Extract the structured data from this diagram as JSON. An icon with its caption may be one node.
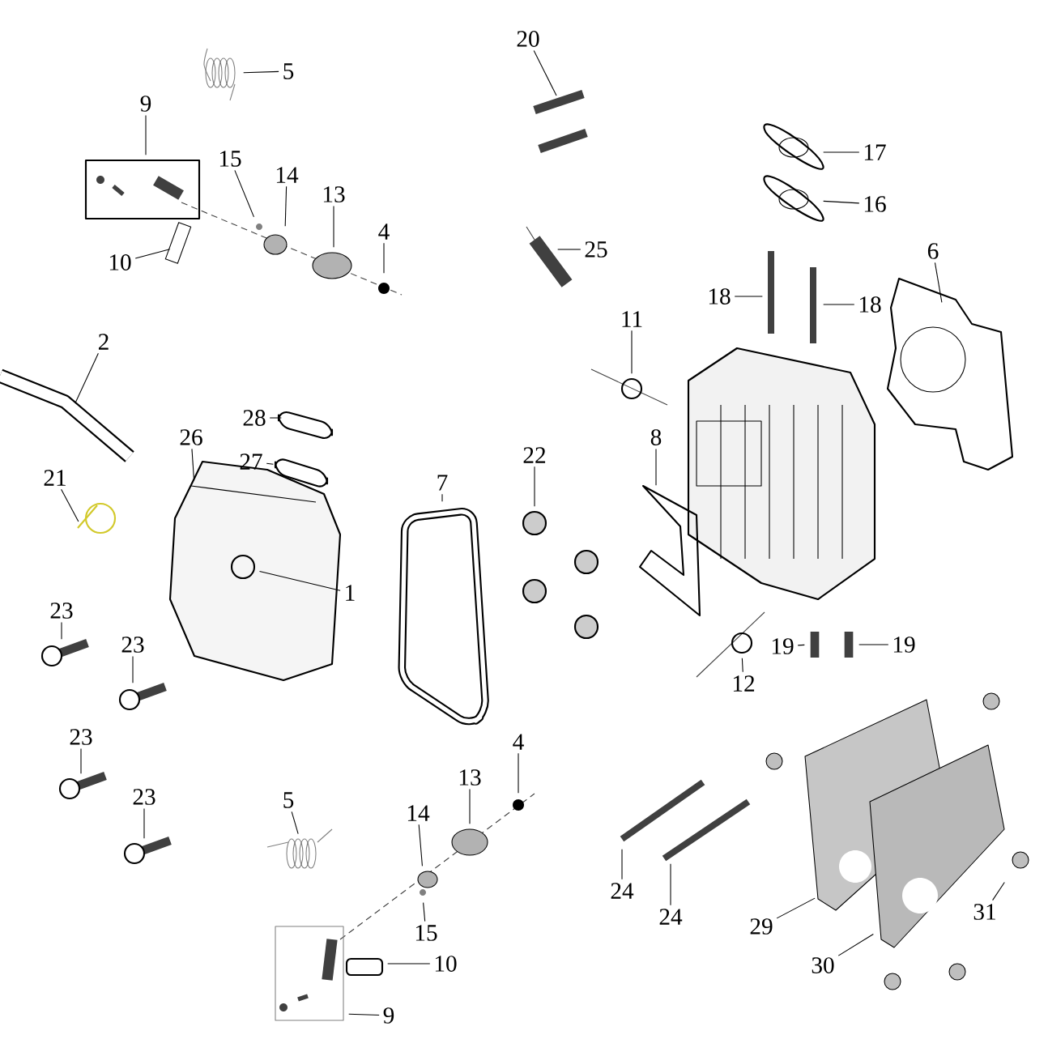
{
  "diagram": {
    "nodes": [
      {
        "text": [
          "5"
        ]
      },
      {
        "text": [
          "9"
        ]
      },
      {
        "text": [
          "15"
        ]
      },
      {
        "text": [
          "14"
        ]
      },
      {
        "text": [
          "13"
        ]
      },
      {
        "text": [
          "10"
        ]
      },
      {
        "text": [
          "4"
        ]
      },
      {
        "text": [
          "20"
        ]
      },
      {
        "text": [
          "17"
        ]
      },
      {
        "text": [
          "16"
        ]
      },
      {
        "text": [
          "25"
        ]
      },
      {
        "text": [
          "18"
        ]
      },
      {
        "text": [
          "18"
        ]
      },
      {
        "text": [
          "6"
        ]
      },
      {
        "text": [
          "11"
        ]
      },
      {
        "text": [
          "2"
        ]
      },
      {
        "text": [
          "28"
        ]
      },
      {
        "text": [
          "26"
        ]
      },
      {
        "text": [
          "27"
        ]
      },
      {
        "text": [
          "7"
        ]
      },
      {
        "text": [
          "22"
        ]
      },
      {
        "text": [
          "8"
        ]
      },
      {
        "text": [
          "21"
        ]
      },
      {
        "text": [
          "1"
        ]
      },
      {
        "text": [
          "23"
        ]
      },
      {
        "text": [
          "23"
        ]
      },
      {
        "text": [
          "19"
        ]
      },
      {
        "text": [
          "19"
        ]
      },
      {
        "text": [
          "12"
        ]
      },
      {
        "text": [
          "23"
        ]
      },
      {
        "text": [
          "23"
        ]
      },
      {
        "text": [
          "4"
        ]
      },
      {
        "text": [
          "13"
        ]
      },
      {
        "text": [
          "5"
        ]
      },
      {
        "text": [
          "14"
        ]
      },
      {
        "text": [
          "24"
        ]
      },
      {
        "text": [
          "24"
        ]
      },
      {
        "text": [
          "29"
        ]
      },
      {
        "text": [
          "31"
        ]
      },
      {
        "text": [
          "15"
        ]
      },
      {
        "text": [
          "30"
        ]
      },
      {
        "text": [
          "10"
        ]
      },
      {
        "text": [
          "9"
        ]
      }
    ],
    "edges": [
      {
        "from": 0,
        "to": null,
        "arrow": "none"
      },
      {
        "from": 1,
        "to": null,
        "arrow": "none"
      },
      {
        "from": 2,
        "to": null,
        "arrow": "none"
      },
      {
        "from": 3,
        "to": null,
        "arrow": "none"
      },
      {
        "from": 4,
        "to": null,
        "arrow": "none"
      },
      {
        "from": 5,
        "to": null,
        "arrow": "none"
      },
      {
        "from": 6,
        "to": null,
        "arrow": "none"
      },
      {
        "from": 7,
        "to": null,
        "arrow": "none"
      },
      {
        "from": 8,
        "to": null,
        "arrow": "none"
      },
      {
        "from": 9,
        "to": null,
        "arrow": "none"
      },
      {
        "from": 10,
        "to": null,
        "arrow": "none"
      },
      {
        "from": 11,
        "to": null,
        "arrow": "none"
      },
      {
        "from": 12,
        "to": null,
        "arrow": "none"
      },
      {
        "from": 13,
        "to": null,
        "arrow": "none"
      },
      {
        "from": 14,
        "to": null,
        "arrow": "none"
      },
      {
        "from": 15,
        "to": null,
        "arrow": "none"
      },
      {
        "from": 16,
        "to": null,
        "arrow": "none"
      },
      {
        "from": 17,
        "to": null,
        "arrow": "none"
      },
      {
        "from": 18,
        "to": null,
        "arrow": "none"
      },
      {
        "from": 19,
        "to": null,
        "arrow": "none"
      },
      {
        "from": 20,
        "to": null,
        "arrow": "none"
      },
      {
        "from": 21,
        "to": null,
        "arrow": "none"
      },
      {
        "from": 22,
        "to": null,
        "arrow": "none"
      },
      {
        "from": 23,
        "to": null,
        "arrow": "none"
      },
      {
        "from": 24,
        "to": null,
        "arrow": "none"
      },
      {
        "from": 25,
        "to": null,
        "arrow": "none"
      },
      {
        "from": 26,
        "to": null,
        "arrow": "none"
      },
      {
        "from": 27,
        "to": null,
        "arrow": "none"
      },
      {
        "from": 28,
        "to": null,
        "arrow": "none"
      },
      {
        "from": 29,
        "to": null,
        "arrow": "none"
      },
      {
        "from": 30,
        "to": null,
        "arrow": "none"
      },
      {
        "from": 31,
        "to": null,
        "arrow": "none"
      },
      {
        "from": 32,
        "to": null,
        "arrow": "none"
      },
      {
        "from": 33,
        "to": null,
        "arrow": "none"
      },
      {
        "from": 34,
        "to": null,
        "arrow": "none"
      },
      {
        "from": 35,
        "to": null,
        "arrow": "none"
      },
      {
        "from": 36,
        "to": null,
        "arrow": "none"
      },
      {
        "from": 37,
        "to": null,
        "arrow": "none"
      },
      {
        "from": 38,
        "to": null,
        "arrow": "none"
      },
      {
        "from": 39,
        "to": null,
        "arrow": "none"
      },
      {
        "from": 40,
        "to": null,
        "arrow": "none"
      },
      {
        "from": 41,
        "to": null,
        "arrow": "none"
      },
      {
        "from": 42,
        "to": null,
        "arrow": "none"
      }
    ]
  }
}
